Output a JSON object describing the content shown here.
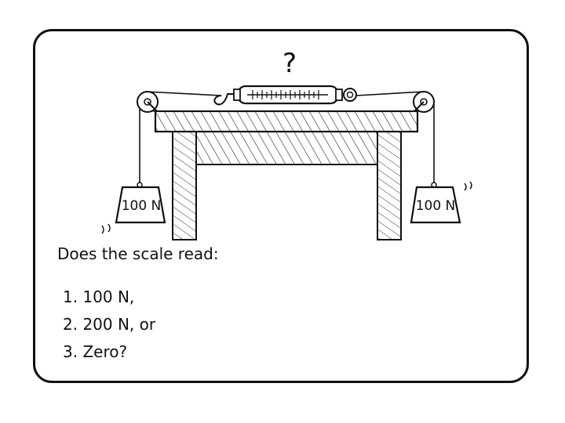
{
  "diagram": {
    "question_mark": "?",
    "left_weight_label": "100 N",
    "right_weight_label": "100 N"
  },
  "question": "Does the scale read:",
  "options": [
    "1. 100 N,",
    "2. 200 N, or",
    "3. Zero?"
  ]
}
